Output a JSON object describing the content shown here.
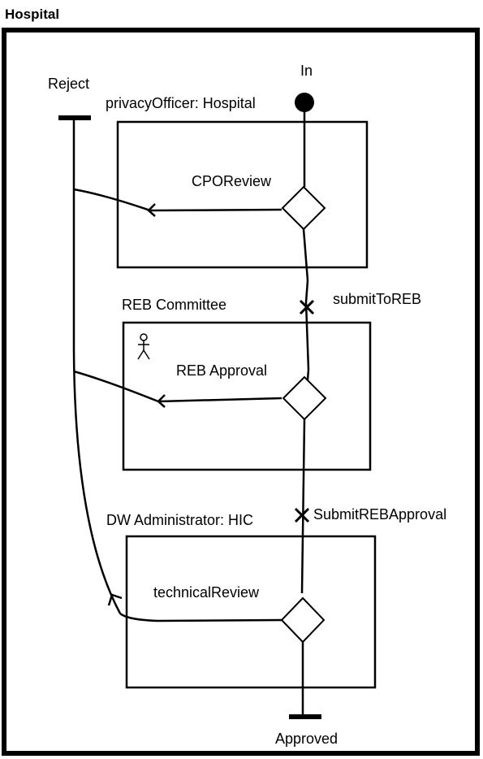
{
  "title": "Hospital",
  "labels": {
    "start": "In",
    "reject": "Reject",
    "approved": "Approved",
    "role1": "privacyOfficer: Hospital",
    "role2": "REB Committee",
    "role3": "DW Administrator: HIC",
    "responsibility1": "CPOReview",
    "responsibility2": "REB Approval",
    "responsibility3": "technicalReview",
    "handoff1": "submitToREB",
    "handoff2": "SubmitREBApproval"
  },
  "icons": [
    "start-point-icon",
    "end-bar-icon",
    "or-fork-icon",
    "actor-icon",
    "timeout-x-icon"
  ]
}
